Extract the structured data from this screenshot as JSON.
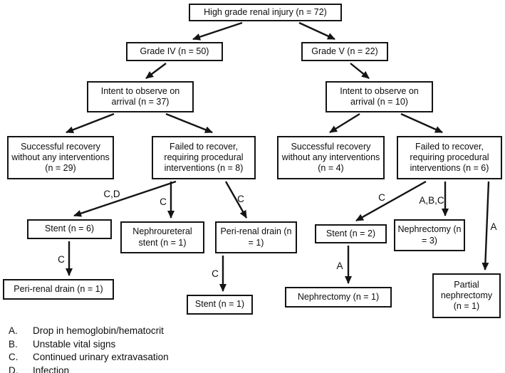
{
  "colors": {
    "box_border": "#141414",
    "box_background": "#ffffff",
    "text": "#0d0d0d",
    "arrow": "#141414"
  },
  "diagram": {
    "nodes": {
      "root": {
        "label": "High grade renal injury (n = 72)"
      },
      "grade4": {
        "label": "Grade IV (n = 50)"
      },
      "grade5": {
        "label": "Grade V (n = 22)"
      },
      "observe4": {
        "label": "Intent to observe on arrival (n = 37)"
      },
      "observe5": {
        "label": "Intent to observe on arrival (n = 10)"
      },
      "success4": {
        "label": "Successful recovery without any interventions (n = 29)"
      },
      "failed4": {
        "label": "Failed to recover, requiring procedural interventions (n = 8)"
      },
      "success5": {
        "label": "Successful recovery without any interventions (n = 4)"
      },
      "failed5": {
        "label": "Failed to recover, requiring procedural interventions (n = 6)"
      },
      "stent6": {
        "label": "Stent (n = 6)"
      },
      "nephroureteral": {
        "label": "Nephroureteral stent (n = 1)"
      },
      "peridrain_mid": {
        "label": "Peri-renal drain (n = 1)"
      },
      "stent2": {
        "label": "Stent (n = 2)"
      },
      "nephrectomy3": {
        "label": "Nephrectomy (n = 3)"
      },
      "peridrain_bottom": {
        "label": "Peri-renal drain (n = 1)"
      },
      "stent1": {
        "label": "Stent (n = 1)"
      },
      "nephrectomy1": {
        "label": "Nephrectomy (n = 1)"
      },
      "partial_nephrectomy": {
        "label": "Partial nephrectomy (n = 1)"
      }
    },
    "edge_labels": {
      "failed4_to_stent6": "C,D",
      "failed4_to_nephroureteral": "C",
      "failed4_to_peridrain": "C",
      "stent6_to_peridrain_bottom": "C",
      "peridrain_to_stent1": "C",
      "failed5_to_stent2": "C",
      "failed5_to_nephrectomy3": "A,B,C",
      "failed5_to_partial": "A",
      "stent2_to_nephrectomy1": "A"
    },
    "legend": {
      "items": [
        {
          "key": "A.",
          "text": "Drop in hemoglobin/hematocrit"
        },
        {
          "key": "B.",
          "text": "Unstable vital signs"
        },
        {
          "key": "C.",
          "text": "Continued urinary extravasation"
        },
        {
          "key": "D.",
          "text": "Infection"
        }
      ]
    }
  }
}
